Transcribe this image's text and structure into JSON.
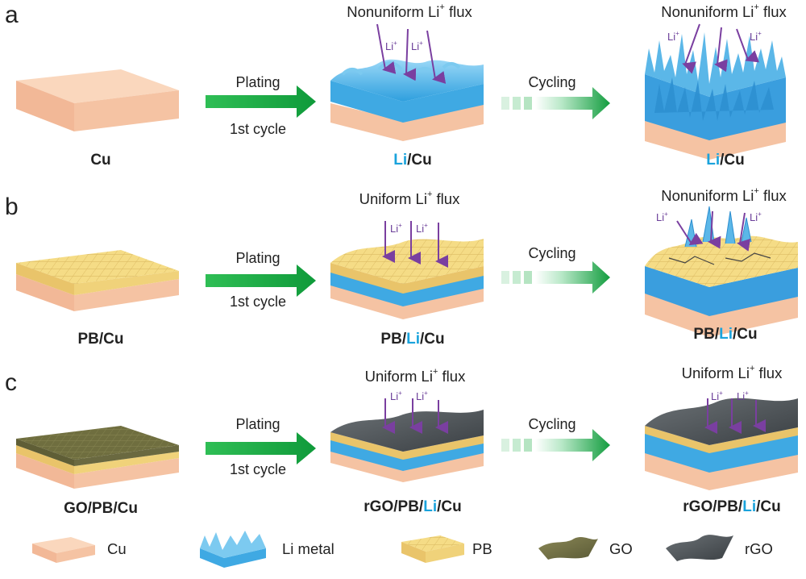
{
  "panels": [
    "a",
    "b",
    "c"
  ],
  "steps": {
    "plating": "Plating",
    "first_cycle": "1st cycle",
    "cycling": "Cycling"
  },
  "flux": {
    "prefix_nonuniform": "Nonuniform Li",
    "prefix_uniform": "Uniform Li",
    "plus": "+",
    "suffix": " flux"
  },
  "ion": {
    "base": "Li",
    "charge": "+"
  },
  "labels": {
    "cu": "Cu",
    "li": "Li",
    "slash": "/",
    "pb": "PB",
    "go": "GO",
    "rgo": "rGO"
  },
  "legend": [
    {
      "name": "Cu"
    },
    {
      "name": "Li metal"
    },
    {
      "name": "PB"
    },
    {
      "name": "GO"
    },
    {
      "name": "rGO"
    }
  ],
  "colors": {
    "cu": "#f7c9aa",
    "li": "#5bb7e8",
    "pb": "#f5dc86",
    "go": "#6f6e3f",
    "rgo": "#4c5256",
    "arrow": "#23b34a",
    "flux_arrow": "#7a3fa0",
    "li_text": "#1aa3dc"
  }
}
